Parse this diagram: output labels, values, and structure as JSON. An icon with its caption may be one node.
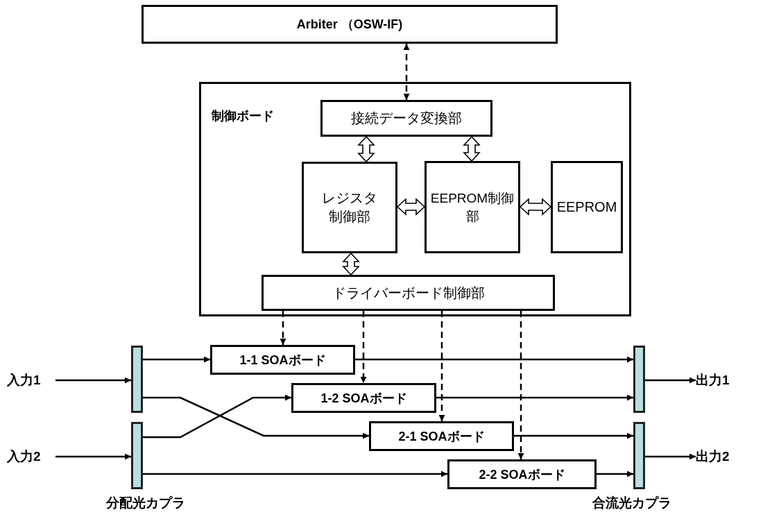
{
  "diagram": {
    "nodes": [
      {
        "text": [
          "Arbiter （OSW-IF)"
        ]
      },
      {
        "text": [
          "制御ボード"
        ]
      },
      {
        "text": [
          "接続データ変換部"
        ],
        "in": 1
      },
      {
        "text": [
          "レジスタ制御部"
        ],
        "in": 1
      },
      {
        "text": [
          "EEPROM制御部"
        ],
        "in": 1
      },
      {
        "text": [
          "EEPROM"
        ],
        "in": 1
      },
      {
        "text": [
          "ドライバーボード制御部"
        ],
        "in": 1
      },
      {
        "text": [
          "1-1 SOAボード"
        ]
      },
      {
        "text": [
          "1-2 SOAボード"
        ]
      },
      {
        "text": [
          "2-1 SOAボード"
        ]
      },
      {
        "text": [
          "2-2 SOAボード"
        ]
      },
      {
        "text": [],
        "shape": "bar"
      },
      {
        "text": [],
        "shape": "bar",
        "beside": [
          "分配光カプラ"
        ]
      },
      {
        "text": [],
        "shape": "bar"
      },
      {
        "text": [],
        "shape": "bar",
        "beside": [
          "合流光カプラ"
        ]
      },
      {
        "text": [
          "入力1"
        ]
      },
      {
        "text": [
          "入力2"
        ]
      },
      {
        "text": [
          "出力1"
        ]
      },
      {
        "text": [
          "出力2"
        ]
      }
    ],
    "edges": [
      {
        "from": 0,
        "to": 2,
        "arrow": "both",
        "style": "dashed"
      },
      {
        "from": 2,
        "to": 3,
        "arrow": "both",
        "style": "thick"
      },
      {
        "from": 2,
        "to": 4,
        "arrow": "both",
        "style": "thick"
      },
      {
        "from": 3,
        "to": 4,
        "arrow": "both",
        "style": "thick"
      },
      {
        "from": 4,
        "to": 5,
        "arrow": "both",
        "style": "thick"
      },
      {
        "from": 3,
        "to": 6,
        "arrow": "both",
        "style": "thick"
      },
      {
        "from": 6,
        "to": 7,
        "arrow": "to",
        "style": "dashed"
      },
      {
        "from": 6,
        "to": 8,
        "arrow": "to",
        "style": "dashed"
      },
      {
        "from": 6,
        "to": 9,
        "arrow": "to",
        "style": "dashed"
      },
      {
        "from": 6,
        "to": 10,
        "arrow": "to",
        "style": "dashed"
      },
      {
        "from": 15,
        "to": 11,
        "arrow": "to"
      },
      {
        "from": 16,
        "to": 12,
        "arrow": "to"
      },
      {
        "from": 11,
        "to": 7,
        "arrow": "to"
      },
      {
        "from": 11,
        "to": 9,
        "arrow": "to"
      },
      {
        "from": 12,
        "to": 8,
        "arrow": "to"
      },
      {
        "from": 12,
        "to": 10,
        "arrow": "to"
      },
      {
        "from": 7,
        "to": 13,
        "arrow": "to"
      },
      {
        "from": 8,
        "to": 13,
        "arrow": "to"
      },
      {
        "from": 9,
        "to": 14,
        "arrow": "to"
      },
      {
        "from": 10,
        "to": 14,
        "arrow": "to"
      },
      {
        "from": 13,
        "to": 17,
        "arrow": "to"
      },
      {
        "from": 14,
        "to": 18,
        "arrow": "to"
      }
    ]
  }
}
